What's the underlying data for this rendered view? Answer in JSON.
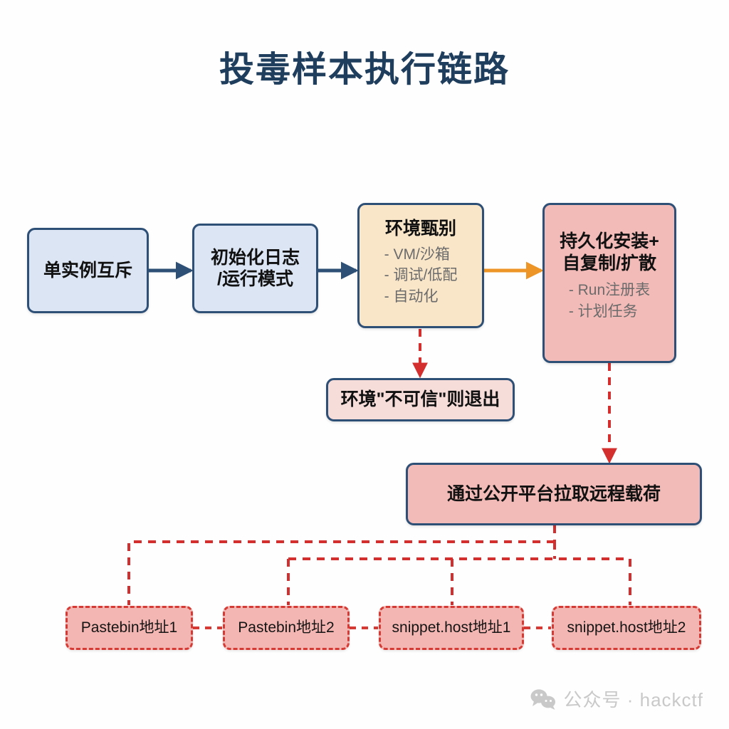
{
  "title": "投毒样本执行链路",
  "colors": {
    "title": "#1f3d5c",
    "box_border_navy": "#2e5077",
    "blue_fill": "#dbe5f4",
    "peach_fill": "#f9e6c9",
    "pink_fill": "#f3bbb8",
    "light_pink_fill": "#f7ddda",
    "leaf_fill": "#f4b6b2",
    "arrow_blue": "#2e5077",
    "arrow_orange": "#ed9526",
    "arrow_red": "#d32f2f",
    "watermark": "#c9c9c9"
  },
  "nodes": {
    "mutex": {
      "title": "单实例互斥"
    },
    "init_log": {
      "title": "初始化日志\n/运行模式",
      "line1": "初始化日志",
      "line2": "/运行模式"
    },
    "env_check": {
      "title": "环境甄别",
      "items": [
        "- VM/沙箱",
        "- 调试/低配",
        "- 自动化"
      ]
    },
    "persistence": {
      "line1": "持久化安装+",
      "line2": "自复制/扩散",
      "items": [
        "- Run注册表",
        "- 计划任务"
      ]
    },
    "exit_untrusted": {
      "title": "环境\"不可信\"则退出"
    },
    "remote_payload": {
      "title": "通过公开平台拉取远程载荷"
    },
    "leaves": [
      {
        "title": "Pastebin地址1"
      },
      {
        "title": "Pastebin地址2"
      },
      {
        "title": "snippet.host地址1"
      },
      {
        "title": "snippet.host地址2"
      }
    ]
  },
  "watermark": {
    "icon": "wechat-icon",
    "text": "公众号 · hackctf"
  }
}
